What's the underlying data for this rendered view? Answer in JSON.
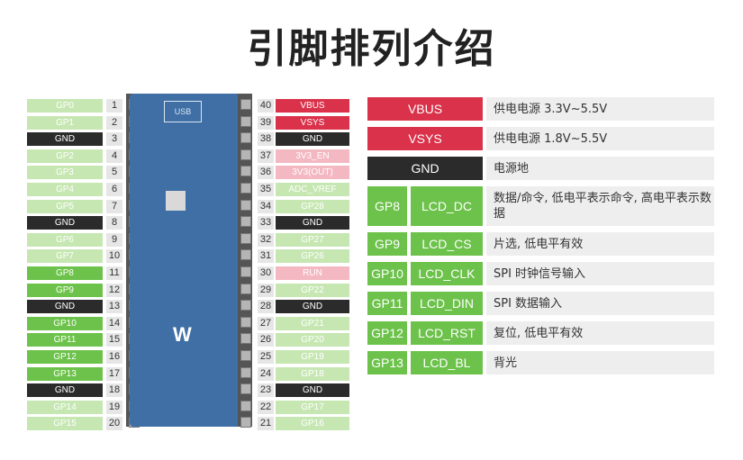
{
  "title": "引脚排列介绍",
  "left_pins": [
    {
      "num": "1",
      "label": "GP0",
      "style": "lg"
    },
    {
      "num": "2",
      "label": "GP1",
      "style": "lg"
    },
    {
      "num": "3",
      "label": "GND",
      "style": "blk"
    },
    {
      "num": "4",
      "label": "GP2",
      "style": "lg"
    },
    {
      "num": "5",
      "label": "GP3",
      "style": "lg"
    },
    {
      "num": "6",
      "label": "GP4",
      "style": "lg"
    },
    {
      "num": "7",
      "label": "GP5",
      "style": "lg"
    },
    {
      "num": "8",
      "label": "GND",
      "style": "blk"
    },
    {
      "num": "9",
      "label": "GP6",
      "style": "lg"
    },
    {
      "num": "10",
      "label": "GP7",
      "style": "lg"
    },
    {
      "num": "11",
      "label": "GP8",
      "style": "lgActive"
    },
    {
      "num": "12",
      "label": "GP9",
      "style": "lgActive"
    },
    {
      "num": "13",
      "label": "GND",
      "style": "blk"
    },
    {
      "num": "14",
      "label": "GP10",
      "style": "lgActive"
    },
    {
      "num": "15",
      "label": "GP11",
      "style": "lgActive"
    },
    {
      "num": "16",
      "label": "GP12",
      "style": "lgActive"
    },
    {
      "num": "17",
      "label": "GP13",
      "style": "lgActive"
    },
    {
      "num": "18",
      "label": "GND",
      "style": "blk"
    },
    {
      "num": "19",
      "label": "GP14",
      "style": "lg"
    },
    {
      "num": "20",
      "label": "GP15",
      "style": "lg"
    }
  ],
  "right_pins": [
    {
      "num": "40",
      "label": "VBUS",
      "style": "red"
    },
    {
      "num": "39",
      "label": "VSYS",
      "style": "red"
    },
    {
      "num": "38",
      "label": "GND",
      "style": "blk"
    },
    {
      "num": "37",
      "label": "3V3_EN",
      "style": "pink"
    },
    {
      "num": "36",
      "label": "3V3(OUT)",
      "style": "pink"
    },
    {
      "num": "35",
      "label": "ADC_VREF",
      "style": "lg"
    },
    {
      "num": "34",
      "label": "GP28",
      "style": "lg"
    },
    {
      "num": "33",
      "label": "GND",
      "style": "blk"
    },
    {
      "num": "32",
      "label": "GP27",
      "style": "lg"
    },
    {
      "num": "31",
      "label": "GP26",
      "style": "lg"
    },
    {
      "num": "30",
      "label": "RUN",
      "style": "pink"
    },
    {
      "num": "29",
      "label": "GP22",
      "style": "lg"
    },
    {
      "num": "28",
      "label": "GND",
      "style": "blk"
    },
    {
      "num": "27",
      "label": "GP21",
      "style": "lg"
    },
    {
      "num": "26",
      "label": "GP20",
      "style": "lg"
    },
    {
      "num": "25",
      "label": "GP19",
      "style": "lg"
    },
    {
      "num": "24",
      "label": "GP18",
      "style": "lg"
    },
    {
      "num": "23",
      "label": "GND",
      "style": "blk"
    },
    {
      "num": "22",
      "label": "GP17",
      "style": "lg"
    },
    {
      "num": "21",
      "label": "GP16",
      "style": "lg"
    }
  ],
  "board": {
    "usb_label": "USB",
    "brand_mark": "W"
  },
  "legend": [
    {
      "gp": "",
      "name": "VBUS",
      "desc": "供电电源 3.3V~5.5V",
      "style": "red"
    },
    {
      "gp": "",
      "name": "VSYS",
      "desc": "供电电源 1.8V~5.5V",
      "style": "red"
    },
    {
      "gp": "",
      "name": "GND",
      "desc": "电源地",
      "style": "dark"
    },
    {
      "gp": "GP8",
      "name": "LCD_DC",
      "desc": "数据/命令, 低电平表示命令, 高电平表示数据",
      "style": "green"
    },
    {
      "gp": "GP9",
      "name": "LCD_CS",
      "desc": "片选, 低电平有效",
      "style": "green"
    },
    {
      "gp": "GP10",
      "name": "LCD_CLK",
      "desc": "SPI 时钟信号输入",
      "style": "green"
    },
    {
      "gp": "GP11",
      "name": "LCD_DIN",
      "desc": "SPI 数据输入",
      "style": "green"
    },
    {
      "gp": "GP12",
      "name": "LCD_RST",
      "desc": "复位, 低电平有效",
      "style": "green"
    },
    {
      "gp": "GP13",
      "name": "LCD_BL",
      "desc": "背光",
      "style": "green"
    }
  ]
}
